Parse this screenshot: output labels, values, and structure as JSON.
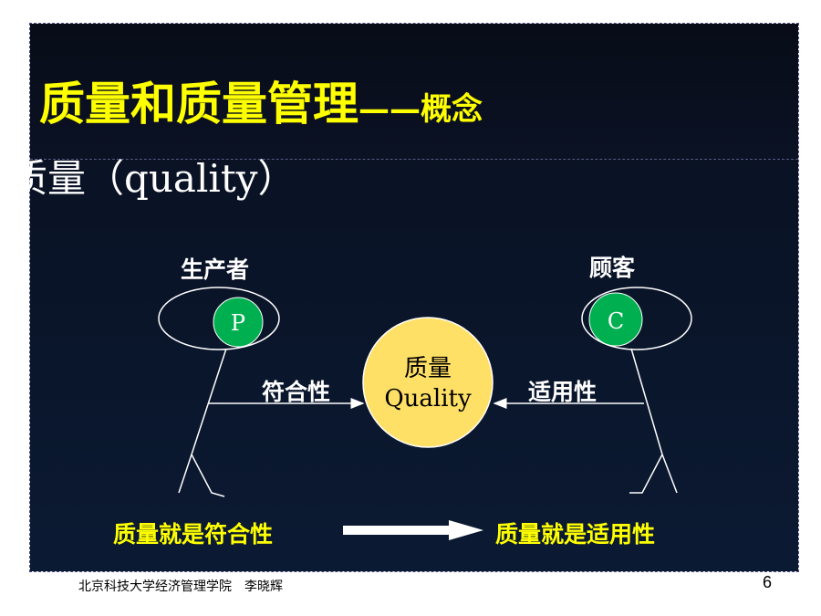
{
  "slide": {
    "title_main": "质量和质量管理",
    "title_suffix": "——概念",
    "subtitle": "质量（quality）"
  },
  "diagram": {
    "producer": {
      "label": "生产者",
      "badge": "P"
    },
    "customer": {
      "label": "顾客",
      "badge": "C"
    },
    "center": {
      "line1": "质量",
      "line2": "Quality"
    },
    "left_arrow_label": "符合性",
    "right_arrow_label": "适用性",
    "bottom_left": "质量就是符合性",
    "bottom_right": "质量就是适用性"
  },
  "colors": {
    "title": "#ffff00",
    "badge_green": "#00b050",
    "center_fill": "#ffe066"
  },
  "footer": {
    "text": "北京科技大学经济管理学院　李晓辉",
    "page": "6"
  }
}
